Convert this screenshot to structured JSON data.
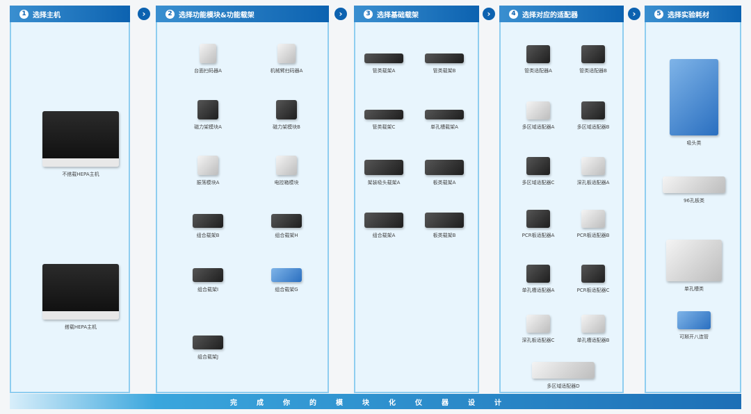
{
  "steps": [
    {
      "num": "1",
      "title": "选择主机",
      "items": [
        {
          "label": "不搭载HEPA主机",
          "tone": "host"
        },
        {
          "label": "搭载HEPA主机",
          "tone": "host"
        }
      ]
    },
    {
      "num": "2",
      "title": "选择功能模块&功能载架",
      "items": [
        {
          "label": "台面扫码器A",
          "tone": "light"
        },
        {
          "label": "机械臂扫码器A",
          "tone": "light"
        },
        {
          "label": "磁力架模块A",
          "tone": "dark"
        },
        {
          "label": "磁力架模块B",
          "tone": "dark"
        },
        {
          "label": "振荡模块A",
          "tone": "light"
        },
        {
          "label": "电控箱模块",
          "tone": "light"
        },
        {
          "label": "组合载架B",
          "tone": "dark"
        },
        {
          "label": "组合载架H",
          "tone": "dark"
        },
        {
          "label": "组合载架I",
          "tone": "dark"
        },
        {
          "label": "组合载架G",
          "tone": "blue"
        },
        {
          "label": "组合载架J",
          "tone": "dark"
        }
      ]
    },
    {
      "num": "3",
      "title": "选择基础载架",
      "items": [
        {
          "label": "管类载架A",
          "tone": "dark"
        },
        {
          "label": "管类载架B",
          "tone": "dark"
        },
        {
          "label": "管类载架C",
          "tone": "dark"
        },
        {
          "label": "单孔槽载架A",
          "tone": "dark"
        },
        {
          "label": "架装吸头载架A",
          "tone": "dark"
        },
        {
          "label": "板类载架A",
          "tone": "dark"
        },
        {
          "label": "组合载架A",
          "tone": "dark"
        },
        {
          "label": "板类载架B",
          "tone": "dark"
        }
      ]
    },
    {
      "num": "4",
      "title": "选择对应的适配器",
      "items": [
        {
          "label": "管类适配器A",
          "tone": "dark"
        },
        {
          "label": "管类适配器B",
          "tone": "dark"
        },
        {
          "label": "多区域适配器A",
          "tone": "light"
        },
        {
          "label": "多区域适配器B",
          "tone": "dark"
        },
        {
          "label": "多区域适配器C",
          "tone": "dark"
        },
        {
          "label": "深孔板适配器A",
          "tone": "light"
        },
        {
          "label": "PCR板适配器A",
          "tone": "dark"
        },
        {
          "label": "PCR板适配器B",
          "tone": "light"
        },
        {
          "label": "单孔槽适配器A",
          "tone": "dark"
        },
        {
          "label": "PCR板适配器C",
          "tone": "dark"
        },
        {
          "label": "深孔板适配器C",
          "tone": "light"
        },
        {
          "label": "单孔槽适配器B",
          "tone": "light"
        },
        {
          "label": "多区域适配器D",
          "tone": "light"
        }
      ]
    },
    {
      "num": "5",
      "title": "选择实验耗材",
      "items": [
        {
          "label": "吸头类",
          "tone": "blue"
        },
        {
          "label": "96孔板类",
          "tone": "light"
        },
        {
          "label": "单孔槽类",
          "tone": "light"
        },
        {
          "label": "可掰开八连管",
          "tone": "blue"
        }
      ]
    }
  ],
  "arrow_icon": "chevron-right-icon",
  "footer": "完成你的模块化仪器设计"
}
